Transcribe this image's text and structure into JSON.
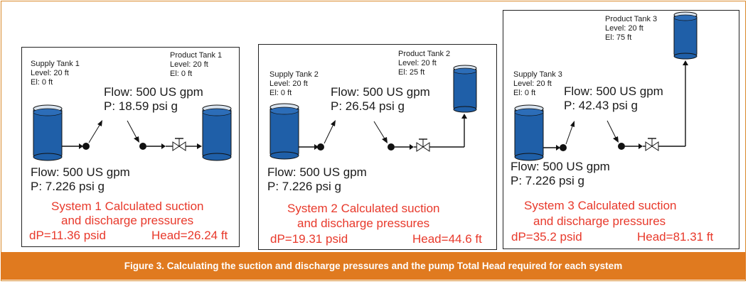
{
  "systems": [
    {
      "supply": {
        "name": "Supply Tank 1",
        "level": "Level: 20 ft",
        "el": "El: 0 ft"
      },
      "product": {
        "name": "Product Tank 1",
        "level": "Level: 20 ft",
        "el": "El: 0 ft"
      },
      "discharge": {
        "flow": "Flow: 500 US gpm",
        "p": "P: 18.59 psi g"
      },
      "suction": {
        "flow": "Flow: 500 US gpm",
        "p": "P: 7.226 psi g"
      },
      "result": {
        "line1": "System 1 Calculated suction",
        "line2": "and discharge pressures",
        "dp": "dP=11.36 psid",
        "head": "Head=26.24 ft"
      }
    },
    {
      "supply": {
        "name": "Supply Tank 2",
        "level": "Level: 20 ft",
        "el": "El: 0 ft"
      },
      "product": {
        "name": "Product Tank 2",
        "level": "Level: 20 ft",
        "el": "El: 25 ft"
      },
      "discharge": {
        "flow": "Flow: 500 US gpm",
        "p": "P: 26.54 psi g"
      },
      "suction": {
        "flow": "Flow: 500 US gpm",
        "p": "P: 7.226 psi g"
      },
      "result": {
        "line1": "System 2 Calculated suction",
        "line2": "and discharge pressures",
        "dp": "dP=19.31 psid",
        "head": "Head=44.6 ft"
      }
    },
    {
      "supply": {
        "name": "Supply Tank 3",
        "level": "Level: 20 ft",
        "el": "El: 0 ft"
      },
      "product": {
        "name": "Product Tank 3",
        "level": "Level: 20 ft",
        "el": "El: 75 ft"
      },
      "discharge": {
        "flow": "Flow: 500 US gpm",
        "p": "P: 42.43 psi g"
      },
      "suction": {
        "flow": "Flow: 500 US gpm",
        "p": "P: 7.226 psi g"
      },
      "result": {
        "line1": "System 3 Calculated suction",
        "line2": "and discharge pressures",
        "dp": "dP=35.2 psid",
        "head": "Head=81.31 ft"
      }
    }
  ],
  "caption": "Figure 3. Calculating the suction and discharge pressures and the pump Total Head required for each system",
  "colors": {
    "tank_fill": "#1f5fa8",
    "caption_bg": "#e07a1f",
    "result_text": "#e8392b",
    "frame_border": "#d9892b"
  }
}
